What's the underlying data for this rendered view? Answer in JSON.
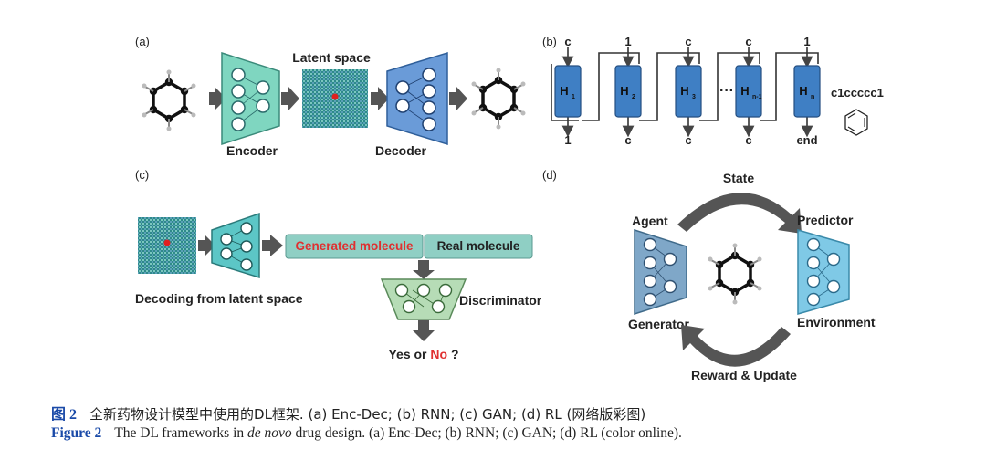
{
  "panel_a": {
    "label": "(a)",
    "latent_title": "Latent space",
    "encoder_label": "Encoder",
    "decoder_label": "Decoder"
  },
  "panel_b": {
    "label": "(b)",
    "cells": [
      {
        "base": "H",
        "sub": "1",
        "input": "c",
        "output": "1"
      },
      {
        "base": "H",
        "sub": "2",
        "input": "1",
        "output": "c"
      },
      {
        "base": "H",
        "sub": "3",
        "input": "c",
        "output": "c"
      },
      {
        "base": "H",
        "sub": "n-1",
        "input": "c",
        "output": "c"
      },
      {
        "base": "H",
        "sub": "n",
        "input": "1",
        "output": "end"
      }
    ],
    "ellipsis": "···",
    "smiles": "c1ccccc1"
  },
  "panel_c": {
    "label": "(c)",
    "decoding_label": "Decoding from latent space",
    "generated_label": "Generated molecule",
    "real_label": "Real molecule",
    "discriminator_label": "Discriminator",
    "yes_or": "Yes or ",
    "no": "No",
    "q": " ?"
  },
  "panel_d": {
    "label": "(d)",
    "state": "State",
    "agent": "Agent",
    "predictor": "Predictor",
    "generator": "Generator",
    "environment": "Environment",
    "reward": "Reward & Update"
  },
  "caption_cn": {
    "number": "图 2",
    "text": "全新药物设计模型中使用的DL框架. (a) Enc-Dec; (b) RNN; (c) GAN; (d) RL (网络版彩图)"
  },
  "caption_en": {
    "number": "Figure 2",
    "pre": "The DL frameworks in ",
    "italic": "de novo",
    "post": " drug design. (a) Enc-Dec; (b) RNN; (c) GAN; (d) RL (color online)."
  },
  "colors": {
    "encoder_fill": "#7fd6c0",
    "decoder_fill": "#6a9bd8",
    "rnn_cell": "#3f7fc4",
    "gan_box": "#8fcfc4",
    "gan_text_red": "#e03030",
    "discriminator_fill": "#b6dcb6",
    "rl_generator": "#7fa7c8",
    "rl_predictor": "#7fc9e6",
    "arrow_grey": "#555555",
    "latent_red": "#e02020"
  }
}
